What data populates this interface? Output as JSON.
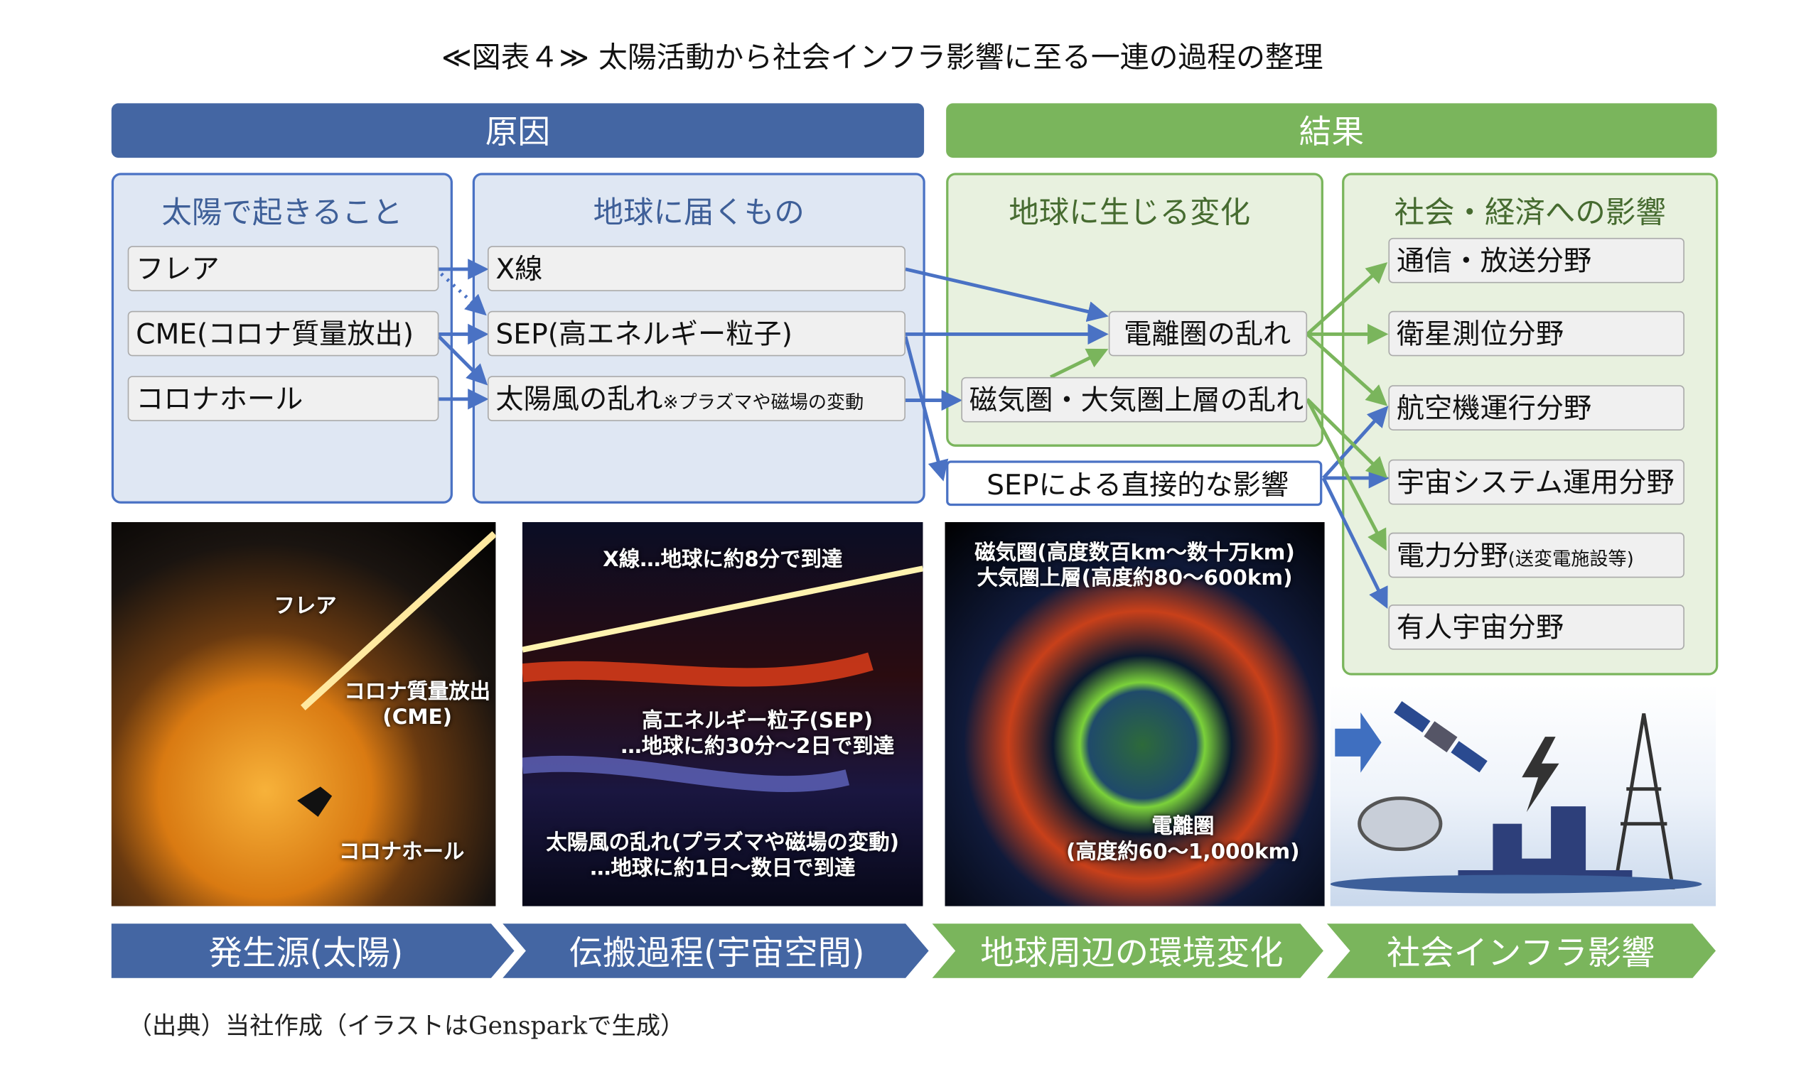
{
  "title": "≪図表４≫ 太陽活動から社会インフラ影響に至る一連の過程の整理",
  "headers": {
    "cause": "原因",
    "result": "結果"
  },
  "panels": {
    "sun": {
      "title": "太陽で起きること",
      "items": [
        "フレア",
        "CME(コロナ質量放出)",
        "コロナホール"
      ]
    },
    "reach": {
      "title": "地球に届くもの",
      "items": [
        "X線",
        "SEP(高エネルギー粒子)",
        "太陽風の乱れ"
      ],
      "note": "※プラズマや磁場の変動"
    },
    "earth": {
      "title": "地球に生じる変化",
      "items": [
        "電離圏の乱れ",
        "磁気圏・大気圏上層の乱れ"
      ]
    },
    "sep_direct": "SEPによる直接的な影響",
    "society": {
      "title": "社会・経済への影響",
      "items": [
        "通信・放送分野",
        "衛星測位分野",
        "航空機運行分野",
        "宇宙システム運用分野",
        "電力分野",
        "有人宇宙分野"
      ],
      "power_note": "(送変電施設等)"
    }
  },
  "images": {
    "sun": {
      "flare": "フレア",
      "cme1": "コロナ質量放出",
      "cme2": "(CME)",
      "hole": "コロナホール"
    },
    "space": {
      "xray": "X線…地球に約8分で到達",
      "sep1": "高エネルギー粒子(SEP)",
      "sep2": "…地球に約30分～2日で到達",
      "wind1": "太陽風の乱れ(プラズマや磁場の変動)",
      "wind2": "…地球に約1日～数日で到達"
    },
    "earth": {
      "mag": "磁気圏(高度数百km～数十万km)",
      "atm": "大気圏上層(高度約80～600km)",
      "iono1": "電離圏",
      "iono2": "(高度約60～1,000km)"
    }
  },
  "stages": [
    "発生源(太陽)",
    "伝搬過程(宇宙空間)",
    "地球周辺の環境変化",
    "社会インフラ影響"
  ],
  "source": "（出典）当社作成（イラストはGensparkで生成）",
  "colors": {
    "blue": "#4466a3",
    "green": "#7ab55c",
    "arrow_blue": "#4a72c4"
  }
}
